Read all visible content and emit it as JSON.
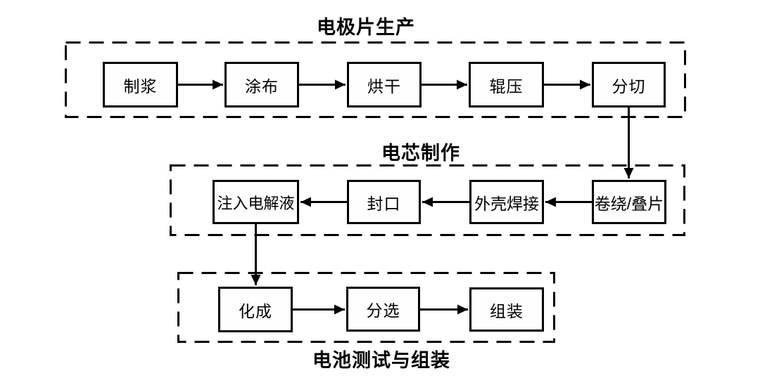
{
  "diagram": {
    "type": "flowchart",
    "background_color": "#ffffff",
    "stroke_color": "#000000",
    "sections": [
      {
        "id": "electrode-sheet-production",
        "label": "电极片生产",
        "label_position": "top",
        "border_style": "dashed",
        "nodes": [
          {
            "id": "pulping",
            "label": "制浆"
          },
          {
            "id": "coating",
            "label": "涂布"
          },
          {
            "id": "drying",
            "label": "烘干"
          },
          {
            "id": "roll-pressing",
            "label": "辊压"
          },
          {
            "id": "slitting",
            "label": "分切"
          }
        ]
      },
      {
        "id": "cell-fabrication",
        "label": "电芯制作",
        "label_position": "top",
        "border_style": "dashed",
        "nodes": [
          {
            "id": "winding-stacking",
            "label": "卷绕/叠片"
          },
          {
            "id": "case-welding",
            "label": "外壳焊接"
          },
          {
            "id": "sealing",
            "label": "封口"
          },
          {
            "id": "electrolyte-injection",
            "label": "注入电解液"
          }
        ]
      },
      {
        "id": "battery-testing-assembly",
        "label": "电池测试与组装",
        "label_position": "bottom",
        "border_style": "dashed",
        "nodes": [
          {
            "id": "formation",
            "label": "化成"
          },
          {
            "id": "sorting",
            "label": "分选"
          },
          {
            "id": "assembly",
            "label": "组装"
          }
        ]
      }
    ],
    "flows": [
      {
        "from": "制浆",
        "to": "涂布"
      },
      {
        "from": "涂布",
        "to": "烘干"
      },
      {
        "from": "烘干",
        "to": "辊压"
      },
      {
        "from": "辊压",
        "to": "分切"
      },
      {
        "from": "分切",
        "to": "卷绕/叠片"
      },
      {
        "from": "卷绕/叠片",
        "to": "外壳焊接"
      },
      {
        "from": "外壳焊接",
        "to": "封口"
      },
      {
        "from": "封口",
        "to": "注入电解液"
      },
      {
        "from": "注入电解液",
        "to": "化成"
      },
      {
        "from": "化成",
        "to": "分选"
      },
      {
        "from": "分选",
        "to": "组装"
      }
    ]
  }
}
